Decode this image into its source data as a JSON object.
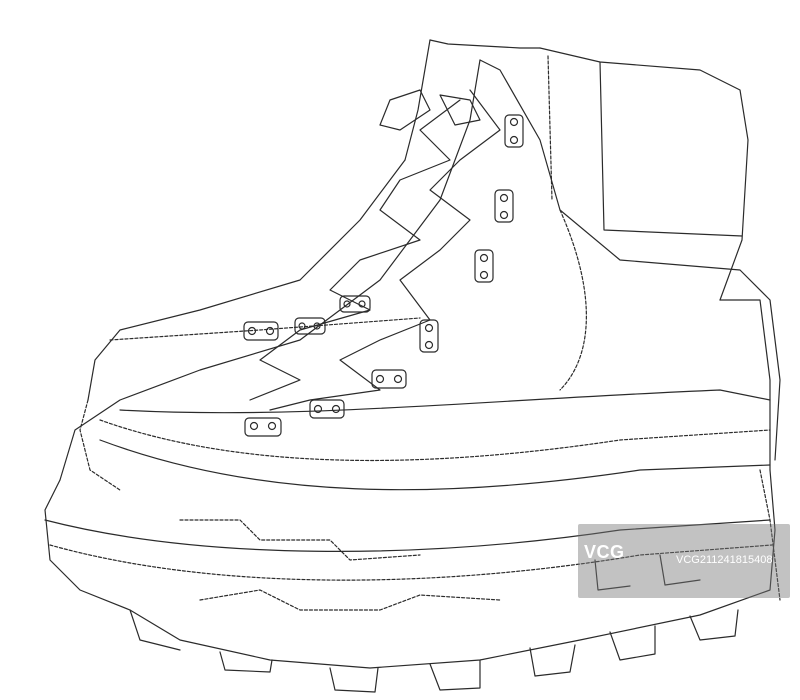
{
  "image": {
    "subject": "boot-line-drawing",
    "stroke_color": "#2b2b2b",
    "background": "#ffffff"
  },
  "watermark": {
    "logo_text": "VCG",
    "id_text": "VCG211241815408",
    "color": "#ffffff"
  }
}
